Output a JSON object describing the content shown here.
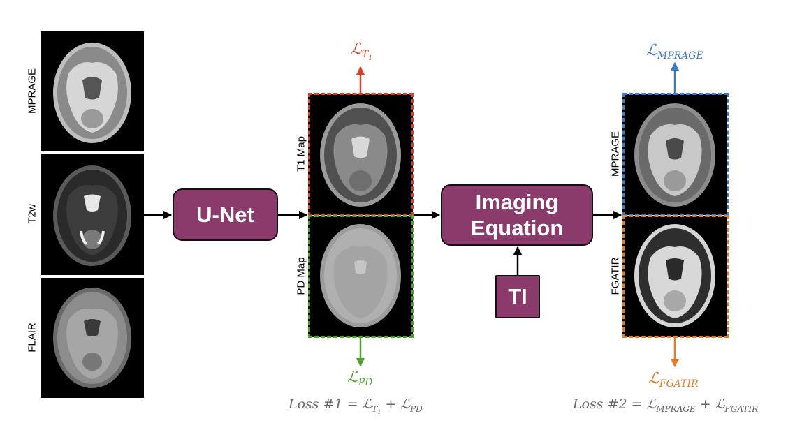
{
  "inputs": {
    "mprage_label": "MPRAGE",
    "t2w_label": "T2w",
    "flair_label": "FLAIR"
  },
  "unet_label": "U-Net",
  "maps": {
    "t1_label": "T1 Map",
    "pd_label": "PD Map"
  },
  "imaging_equation_label": "Imaging Equation",
  "ti_label": "TI",
  "outputs": {
    "mprage_label": "MPRAGE",
    "fgatir_label": "FGATIR"
  },
  "losses": {
    "t1": {
      "symbol": "ℒ",
      "sub": "T",
      "subsub": "1",
      "color": "#d9402b"
    },
    "pd": {
      "symbol": "ℒ",
      "sub": "PD",
      "color": "#4ea32f"
    },
    "mprage": {
      "symbol": "ℒ",
      "sub": "MPRAGE",
      "color": "#3b7cc4"
    },
    "fgatir": {
      "symbol": "ℒ",
      "sub": "FGATIR",
      "color": "#e57c2a"
    }
  },
  "equations": {
    "loss1": "Loss #1 = ℒ",
    "loss1_sub1": "T",
    "loss1_subsub1": "1",
    "loss1_plus": " + ℒ",
    "loss1_sub2": "PD",
    "loss2": "Loss #2 = ℒ",
    "loss2_sub1": "MPRAGE",
    "loss2_plus": " + ℒ",
    "loss2_sub2": "FGATIR"
  }
}
